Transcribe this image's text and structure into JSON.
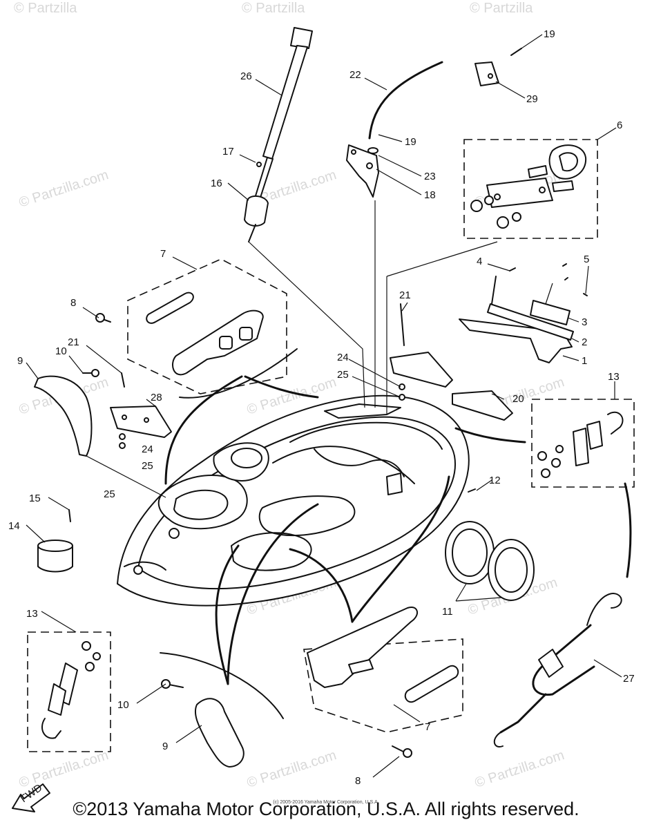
{
  "watermark": "© Partzilla.com",
  "watermark_short": "© Partzilla",
  "callouts": {
    "c1": "1",
    "c2": "2",
    "c3": "3",
    "c4": "4",
    "c5": "5",
    "c6": "6",
    "c7a": "7",
    "c7b": "7",
    "c8a": "8",
    "c8b": "8",
    "c9a": "9",
    "c9b": "9",
    "c10a": "10",
    "c10b": "10",
    "c11": "11",
    "c12": "12",
    "c13a": "13",
    "c13b": "13",
    "c14": "14",
    "c15": "15",
    "c16": "16",
    "c17": "17",
    "c18": "18",
    "c19a": "19",
    "c19b": "19",
    "c20": "20",
    "c21a": "21",
    "c21b": "21",
    "c22": "22",
    "c23": "23",
    "c24a": "24",
    "c24b": "24",
    "c25a": "25",
    "c25b": "25",
    "c25c": "25",
    "c26": "26",
    "c27": "27",
    "c28": "28",
    "c29": "29"
  },
  "fwd_label": "FWD",
  "copyright": "©2013 Yamaha Motor Corporation, U.S.A. All rights reserved.",
  "copyright_small": "(c) 2005-2016 Yamaha Motor Corporation, U.S.A."
}
